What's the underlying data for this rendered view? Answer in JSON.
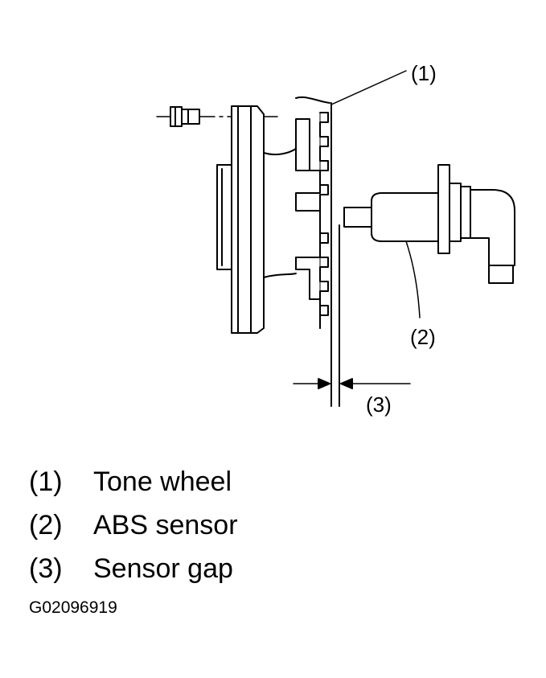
{
  "callouts": {
    "tone_wheel": "(1)",
    "abs_sensor": "(2)",
    "sensor_gap": "(3)"
  },
  "legend": [
    {
      "number": "(1)",
      "text": "Tone wheel"
    },
    {
      "number": "(2)",
      "text": "ABS sensor"
    },
    {
      "number": "(3)",
      "text": "Sensor gap"
    }
  ],
  "figure_code": "G02096919"
}
